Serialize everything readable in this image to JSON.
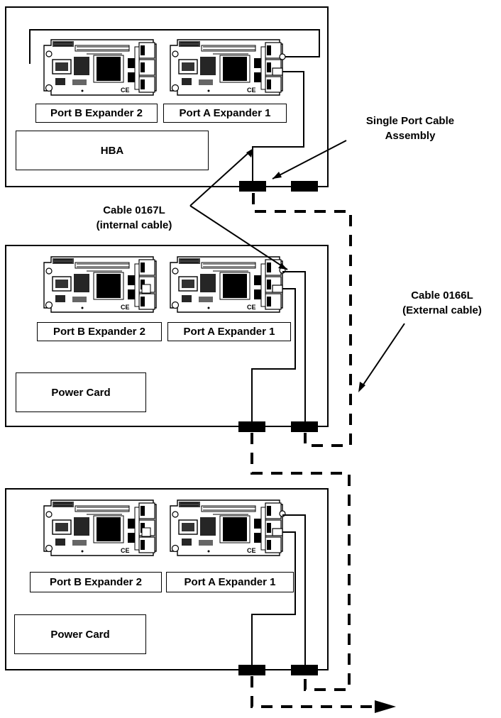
{
  "enclosures": [
    {
      "expander_b_label": "Port B Expander 2",
      "expander_a_label": "Port A Expander 1",
      "card_label": "HBA"
    },
    {
      "expander_b_label": "Port B Expander 2",
      "expander_a_label": "Port A Expander 1",
      "card_label": "Power Card"
    },
    {
      "expander_b_label": "Port B Expander 2",
      "expander_a_label": "Port A Expander 1",
      "card_label": "Power Card"
    }
  ],
  "callouts": {
    "single_port": {
      "line1": "Single Port Cable",
      "line2": "Assembly"
    },
    "internal_cable": {
      "line1": "Cable 0167L",
      "line2": "(internal cable)"
    },
    "external_cable": {
      "line1": "Cable 0166L",
      "line2": "(External cable)"
    }
  }
}
